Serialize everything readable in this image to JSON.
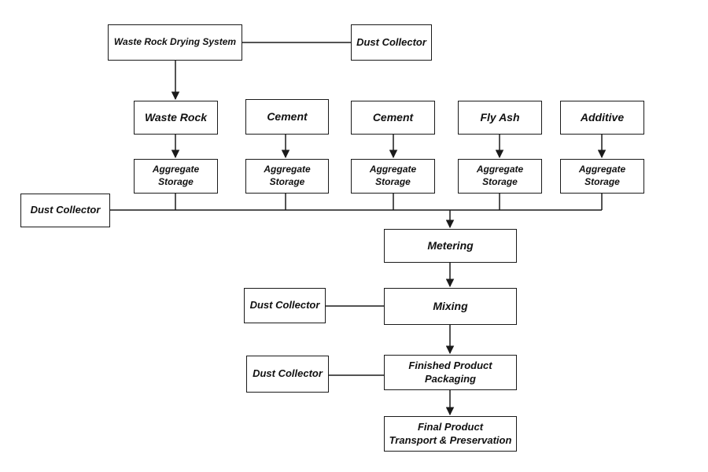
{
  "diagram": {
    "nodes": {
      "drying_system": "Waste Rock Drying System",
      "dust_collector_top": "Dust Collector",
      "waste_rock": "Waste Rock",
      "cement_1": "Cement",
      "cement_2": "Cement",
      "fly_ash": "Fly Ash",
      "additive": "Additive",
      "storage_label_line1": "Aggregate",
      "storage_label_line2": "Storage",
      "dust_collector_left": "Dust Collector",
      "metering": "Metering",
      "dust_collector_mixing": "Dust Collector",
      "mixing": "Mixing",
      "dust_collector_packaging": "Dust Collector",
      "packaging_line1": "Finished Product",
      "packaging_line2": "Packaging",
      "final_line1": "Final Product",
      "final_line2": "Transport & Preservation"
    },
    "colors": {
      "line": "#1a1a1a",
      "box_border": "#1a1a1a",
      "text": "#111111",
      "background": "#ffffff"
    }
  }
}
